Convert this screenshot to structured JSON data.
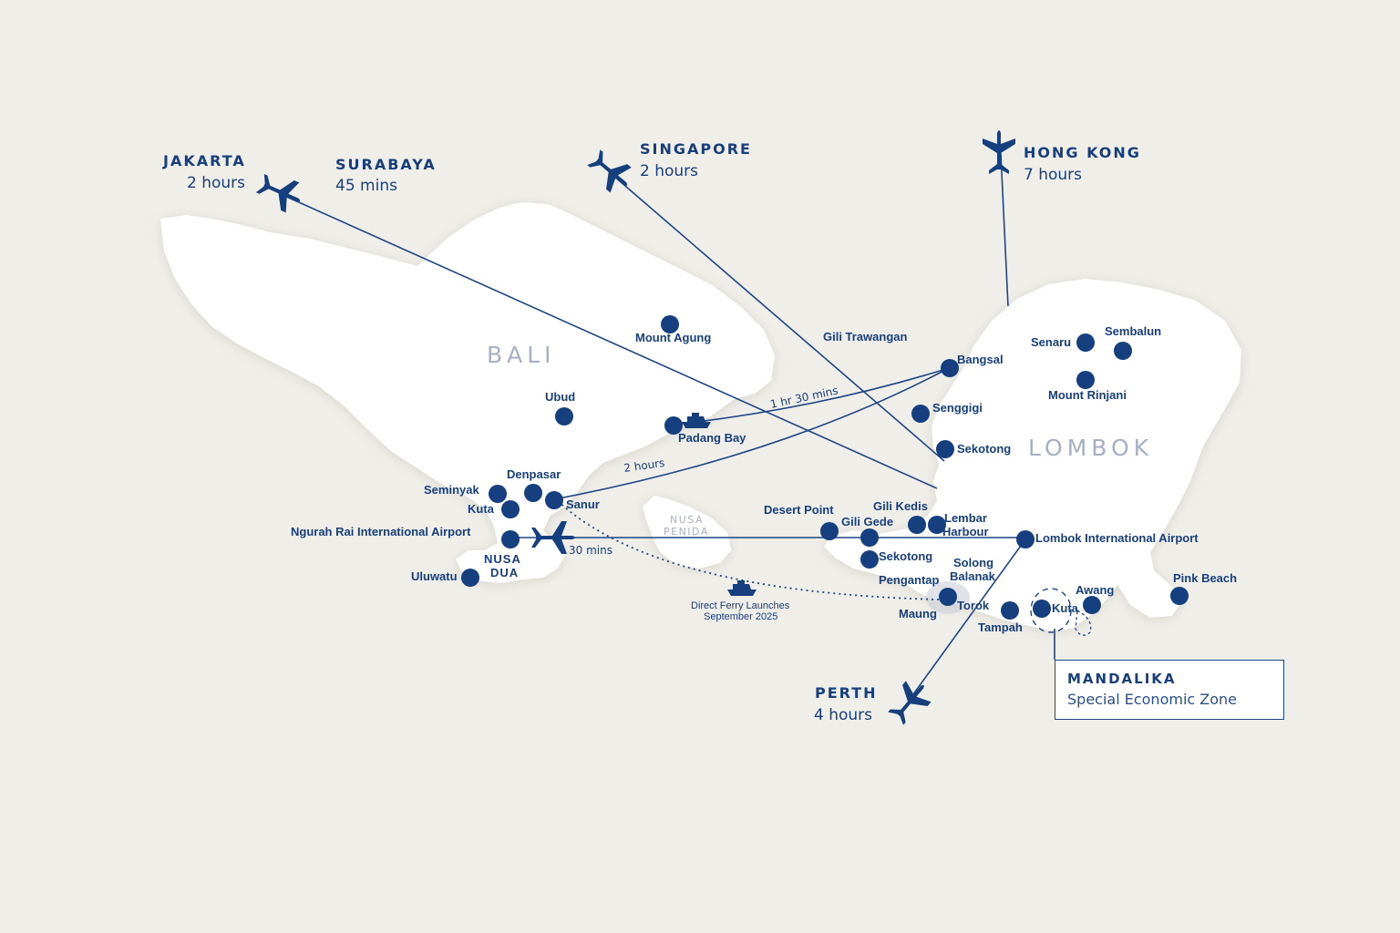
{
  "colors": {
    "background": "#f0eee9",
    "land": "#ffffff",
    "accent": "#153f7e",
    "island_label": "#a6b0c3"
  },
  "islands": {
    "bali": "BALI",
    "lombok": "LOMBOK",
    "nusa": [
      "NUSA",
      "PENIDA"
    ]
  },
  "cities": {
    "jakarta": {
      "name": "JAKARTA",
      "time": "2 hours"
    },
    "surabaya": {
      "name": "SURABAYA",
      "time": "45 mins"
    },
    "singapore": {
      "name": "SINGAPORE",
      "time": "2 hours"
    },
    "hong_kong": {
      "name": "HONG KONG",
      "time": "7 hours"
    },
    "perth": {
      "name": "PERTH",
      "time": "4 hours"
    }
  },
  "places": {
    "mount_agung": "Mount Agung",
    "ubud": "Ubud",
    "padang_bay": "Padang Bay",
    "denpasar": "Denpasar",
    "seminyak": "Seminyak",
    "kuta": "Kuta",
    "sanur": "Sanur",
    "ngurah_rai": "Ngurah Rai International Airport",
    "nusa_dua": [
      "NUSA",
      "DUA"
    ],
    "uluwatu": "Uluwatu",
    "gili_trawangan": "Gili Trawangan",
    "bangsal": "Bangsal",
    "senggigi": "Senggigi",
    "sekotong_north": "Sekotong",
    "senaru": "Senaru",
    "sembalun": "Sembalun",
    "mount_rinjani": "Mount Rinjani",
    "desert_point": "Desert Point",
    "gili_kedis": "Gili Kedis",
    "gili_gede": "Gili Gede",
    "lembar_harbour": [
      "Lembar",
      "Harbour"
    ],
    "lombok_airport": "Lombok International Airport",
    "sekotong_south": "Sekotong",
    "pengantap": "Pengantap",
    "solong_balanak": [
      "Solong",
      "Balanak"
    ],
    "torok": "Torok",
    "maung": "Maung",
    "tampah": "Tampah",
    "kuta_lombok": "Kuta",
    "awang": "Awang",
    "pink_beach": "Pink Beach"
  },
  "route_labels": {
    "bangsal_padang": "1 hr 30 mins",
    "bangsal_sanur": "2 hours",
    "airport_to_airport": "30 mins"
  },
  "ferry_note": [
    "Direct Ferry Launches",
    "September 2025"
  ],
  "mandalika": {
    "title": "MANDALIKA",
    "subtitle": "Special Economic Zone"
  },
  "icons": [
    "plane-icon",
    "boat-icon",
    "location-dot"
  ]
}
